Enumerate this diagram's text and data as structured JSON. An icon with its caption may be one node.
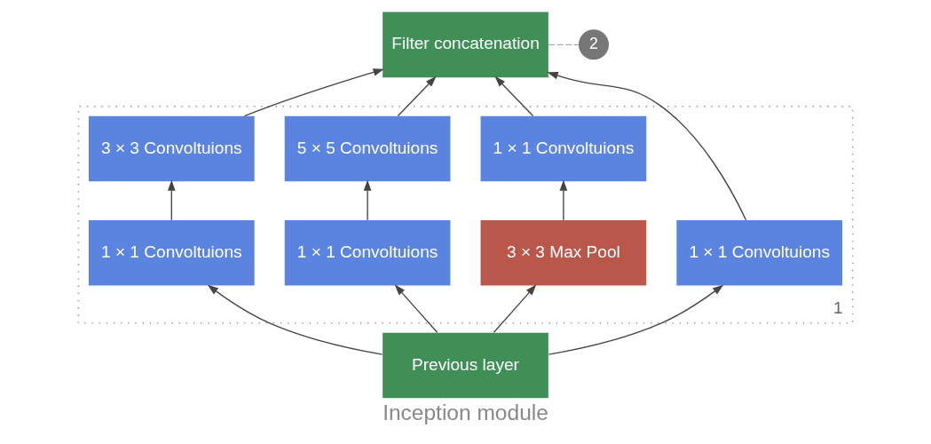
{
  "diagram": {
    "caption": "Inception module",
    "nodes": [
      {
        "text": [
          "Filter concatenation"
        ]
      },
      {
        "text": [
          "2"
        ]
      },
      {
        "text": [],
        "shape": "box",
        "beside": [
          "1"
        ]
      },
      {
        "text": [
          "1 × 1 Convoltuions"
        ],
        "in": 2
      },
      {
        "text": [
          "3 × 3 Convoltuions"
        ],
        "in": 2
      },
      {
        "text": [
          "5 × 5 Convoltuions"
        ],
        "in": 2
      },
      {
        "text": [
          "1 × 1 Convoltuions"
        ],
        "in": 2
      },
      {
        "text": [
          "1 × 1 Convoltuions"
        ],
        "in": 2
      },
      {
        "text": [
          "1 × 1 Convoltuions"
        ],
        "in": 2
      },
      {
        "text": [
          "3 × 3 Max Pool"
        ],
        "in": 2
      },
      {
        "text": [
          "Previous layer"
        ]
      }
    ],
    "edges": [
      {
        "from": 10,
        "to": 3,
        "arrow": "to"
      },
      {
        "from": 10,
        "to": 7,
        "arrow": "to"
      },
      {
        "from": 10,
        "to": 8,
        "arrow": "to"
      },
      {
        "from": 10,
        "to": 9,
        "arrow": "to"
      },
      {
        "from": 7,
        "to": 4,
        "arrow": "to"
      },
      {
        "from": 8,
        "to": 5,
        "arrow": "to"
      },
      {
        "from": 9,
        "to": 6,
        "arrow": "to"
      },
      {
        "from": 3,
        "to": 0,
        "arrow": "to"
      },
      {
        "from": 4,
        "to": 0,
        "arrow": "to"
      },
      {
        "from": 5,
        "to": 0,
        "arrow": "to"
      },
      {
        "from": 6,
        "to": 0,
        "arrow": "to"
      },
      {
        "from": 0,
        "to": 1,
        "arrow": "none",
        "style": "dashed",
        "color": "#aaaaaa"
      }
    ]
  }
}
